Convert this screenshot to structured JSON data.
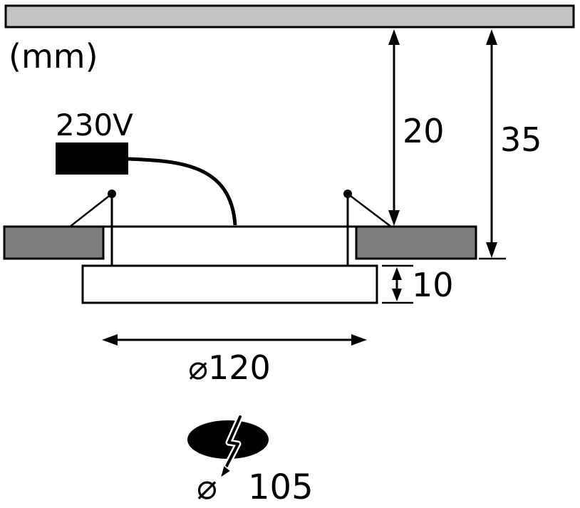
{
  "diagram": {
    "title": "recessed-luminaire-installation-drawing",
    "unit_label": "(mm)",
    "voltage_label": "230V",
    "dimensions": {
      "recess_depth": "20",
      "total_depth": "35",
      "panel_thickness": "10",
      "diameter": "⌀120",
      "cutout_prefix": "⌀",
      "cutout_value": "105"
    },
    "colors": {
      "ceiling_fill": "#c3c3c3",
      "flange_fill": "#7d7d7d",
      "line": "#000000",
      "driver_fill": "#000000",
      "background": "#ffffff"
    }
  }
}
